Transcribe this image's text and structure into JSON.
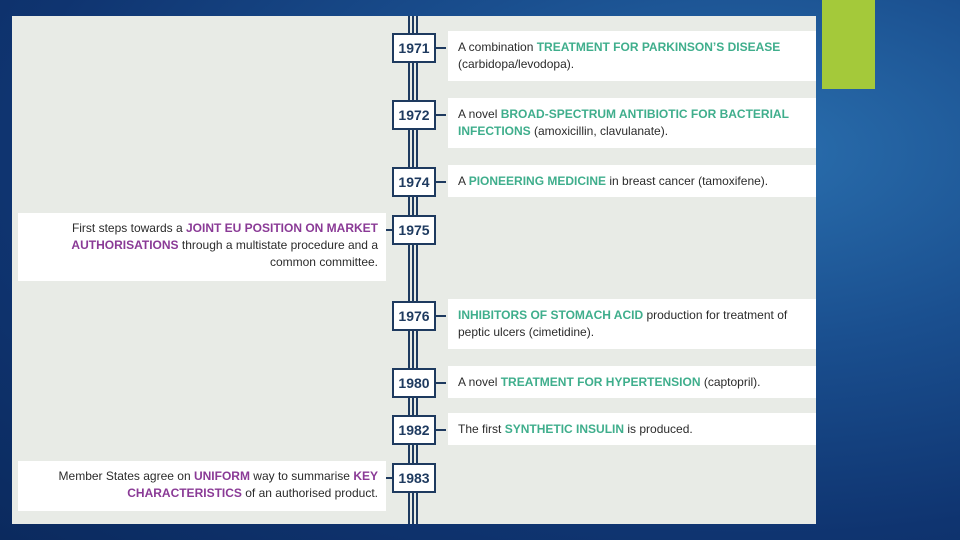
{
  "colors": {
    "accent_bar": "#a4c93a",
    "timeline_navy": "#1e3a5f",
    "highlight_green": "#3fae8c",
    "highlight_purple": "#8a3a96"
  },
  "timeline": [
    {
      "year": "1971",
      "side": "right",
      "pre": "A combination ",
      "hl": "TREATMENT FOR PARKINSON’S DISEASE",
      "post": " (carbidopa/levodopa)."
    },
    {
      "year": "1972",
      "side": "right",
      "pre": "A novel ",
      "hl": "BROAD-SPECTRUM ANTIBIOTIC FOR BACTERIAL INFECTIONS",
      "post": " (amoxicillin, clavulanate)."
    },
    {
      "year": "1974",
      "side": "right",
      "pre": "A ",
      "hl": "PIONEERING MEDICINE",
      "post": " in breast cancer (tamoxifene)."
    },
    {
      "year": "1975",
      "side": "left",
      "pre": "First steps towards a ",
      "hl": "JOINT EU POSITION ON MARKET AUTHORISATIONS",
      "post": " through a multistate procedure and a common committee."
    },
    {
      "year": "1976",
      "side": "right",
      "pre": "",
      "hl": "INHIBITORS OF STOMACH ACID",
      "post": " production for treatment of peptic ulcers (cimetidine)."
    },
    {
      "year": "1980",
      "side": "right",
      "pre": "A novel ",
      "hl": "TREATMENT FOR HYPERTENSION",
      "post": " (captopril)."
    },
    {
      "year": "1982",
      "side": "right",
      "pre": "The first ",
      "hl": "SYNTHETIC INSULIN",
      "post": " is produced."
    },
    {
      "year": "1983",
      "side": "left",
      "pre": "Member States agree on ",
      "hl": "UNIFORM",
      "mid": " way to summarise ",
      "hl2": "KEY CHARACTERISTICS",
      "post": " of an authorised product."
    }
  ]
}
